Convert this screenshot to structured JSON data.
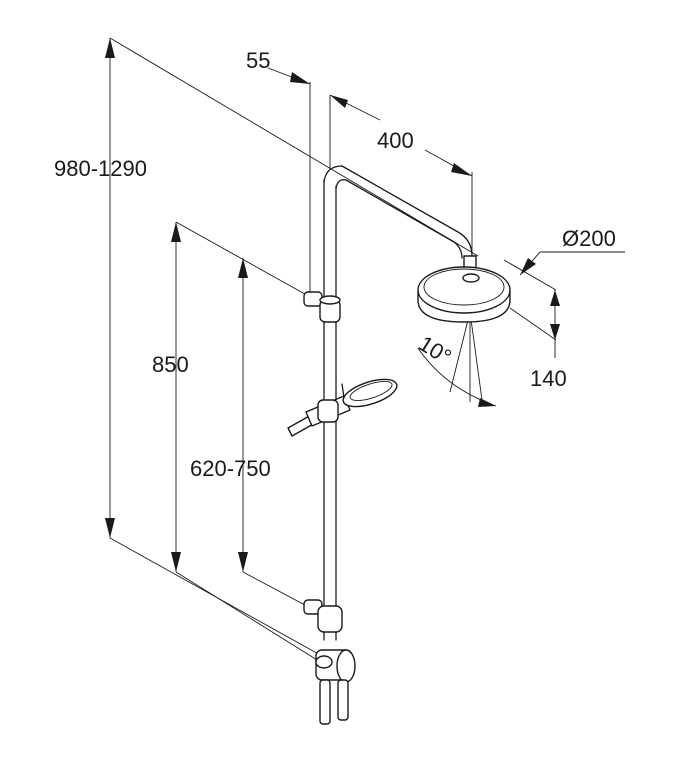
{
  "dimensions": {
    "total_height": "980-1290",
    "rail_offset": "55",
    "arm_length": "400",
    "head_diameter": "Ø200",
    "head_drop": "140",
    "tilt_angle": "10°",
    "mid_height": "850",
    "hand_height": "620-750"
  }
}
